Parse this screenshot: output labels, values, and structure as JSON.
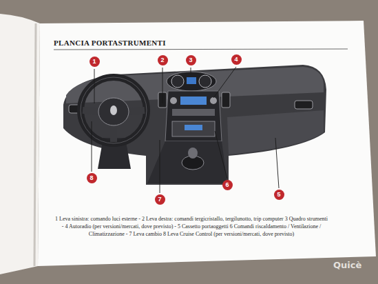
{
  "diagram": {
    "title": "PLANCIA PORTASTRUMENTI",
    "caption": "1 Leva sinistra: comando luci esterne - 2 Leva destra: comandi tergicristallo, tergilunotto, trip computer 3 Quadro strumenti - 4 Autoradio (per versioni/mercati, dove previsto) - 5 Cassetto portaoggetti 6 Comandi riscaldamento / Ventilazione / Climatizzazione - 7 Leva cambio 8 Leva Cruise Control (per versioni/mercati, dove previsto)",
    "nodes": [
      {
        "text": [
          "1"
        ]
      },
      {
        "text": [
          "2"
        ]
      },
      {
        "text": [
          "3"
        ]
      },
      {
        "text": [
          "4"
        ]
      },
      {
        "text": [
          "5"
        ]
      },
      {
        "text": [
          "6"
        ]
      },
      {
        "text": [
          "7"
        ]
      },
      {
        "text": [
          "8"
        ]
      }
    ],
    "labels": [
      "Quicè"
    ]
  }
}
